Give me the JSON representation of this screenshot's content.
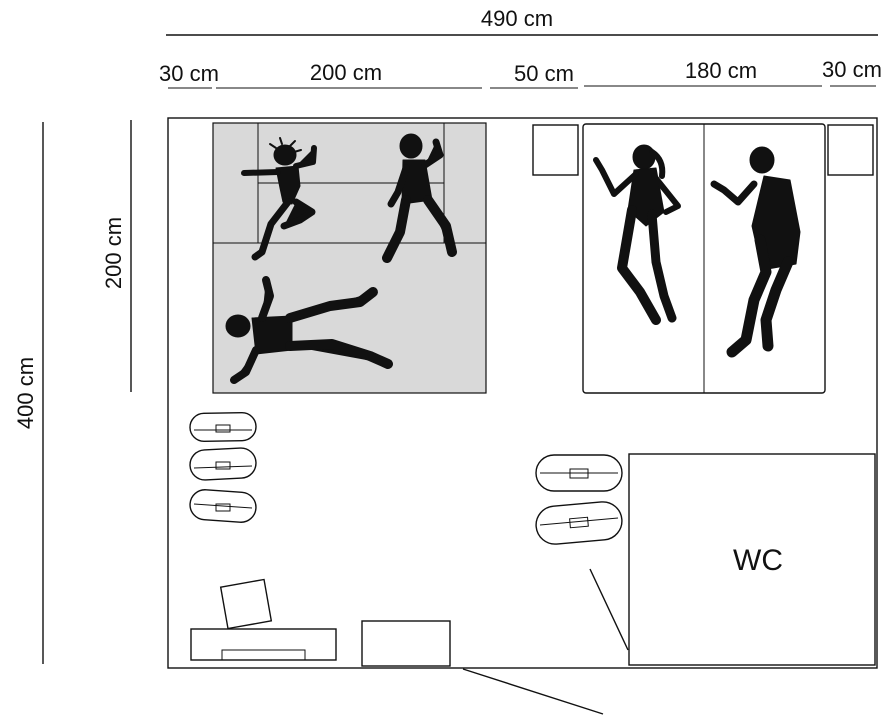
{
  "dimensions": {
    "total_width": "490 cm",
    "segment_1": "30 cm",
    "segment_2": "200 cm",
    "segment_3": "50 cm",
    "segment_4": "180 cm",
    "segment_5": "30 cm",
    "bed_depth": "200 cm",
    "total_depth": "400 cm"
  },
  "rooms": {
    "wc_label": "WC"
  },
  "colors": {
    "line": "#111111",
    "bed_fill": "#d9d9d9",
    "background": "#ffffff"
  }
}
